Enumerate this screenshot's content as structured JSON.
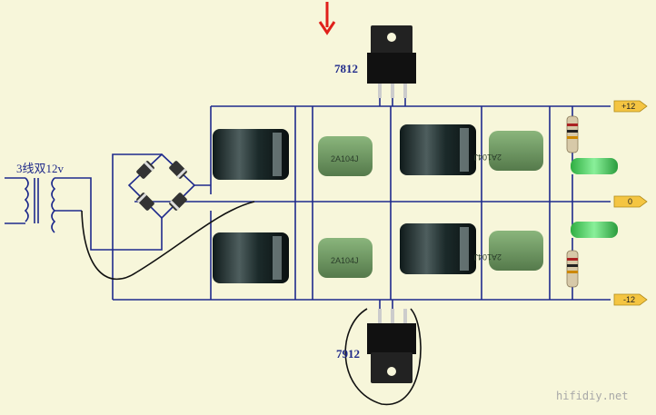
{
  "labels": {
    "transformer": "3线双12v",
    "reg_pos": "7812",
    "reg_neg": "7912",
    "term_pos": "+12",
    "term_zero": "0",
    "term_neg": "-12",
    "film_cap": "2A104J",
    "watermark": "hifidiy.net"
  },
  "colors": {
    "background": "#f7f6da",
    "wire": "#1e2a8c",
    "arrow": "#e0201a",
    "terminal_fill": "#f4c542",
    "film_cap": "#6e9a62",
    "electrolytic": "#1b2a2a",
    "led": "#48c85a"
  }
}
